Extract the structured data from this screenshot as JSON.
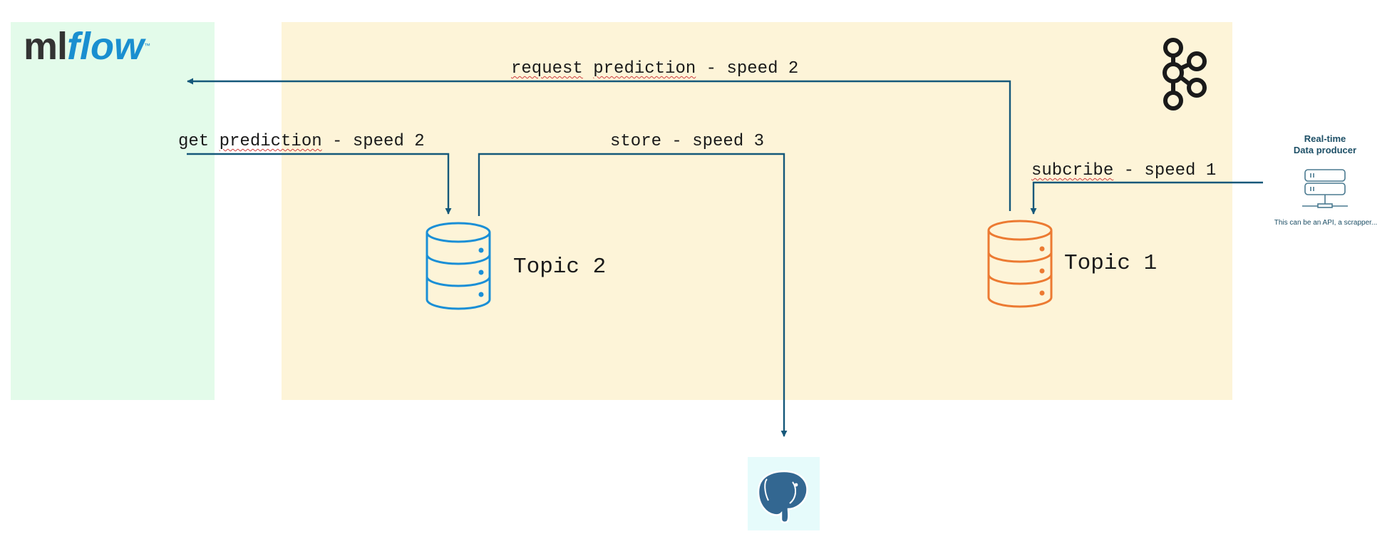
{
  "title": "",
  "mlflow": {
    "logo_ml": "ml",
    "logo_flow": "flow",
    "logo_tm": "™"
  },
  "topics": {
    "topic1": "Topic 1",
    "topic2": "Topic 2"
  },
  "edges": {
    "request_prediction": {
      "word1": "request",
      "word2": "prediction",
      "rest": " - speed 2"
    },
    "get_prediction": {
      "word1": "get ",
      "word2": "prediction",
      "rest": " - speed 2"
    },
    "store": {
      "text": "store - speed 3"
    },
    "subscribe": {
      "word1": "subcribe",
      "rest": " - speed 1"
    }
  },
  "producer": {
    "title_line1": "Real-time",
    "title_line2": "Data producer",
    "subtitle": "This can be an API, a scrapper..."
  },
  "icons": [
    "mlflow-logo",
    "kafka-icon",
    "database-icon",
    "server-icon",
    "postgresql-elephant-icon"
  ],
  "colors": {
    "arrow": "#15587a",
    "topic1": "#ec7a32",
    "topic2": "#1a8fd6",
    "mlflow_bg": "#e3fbea",
    "kafka_bg": "#fdf4d8",
    "pg_bg": "#e6fbfb",
    "pg_elephant": "#336791"
  }
}
